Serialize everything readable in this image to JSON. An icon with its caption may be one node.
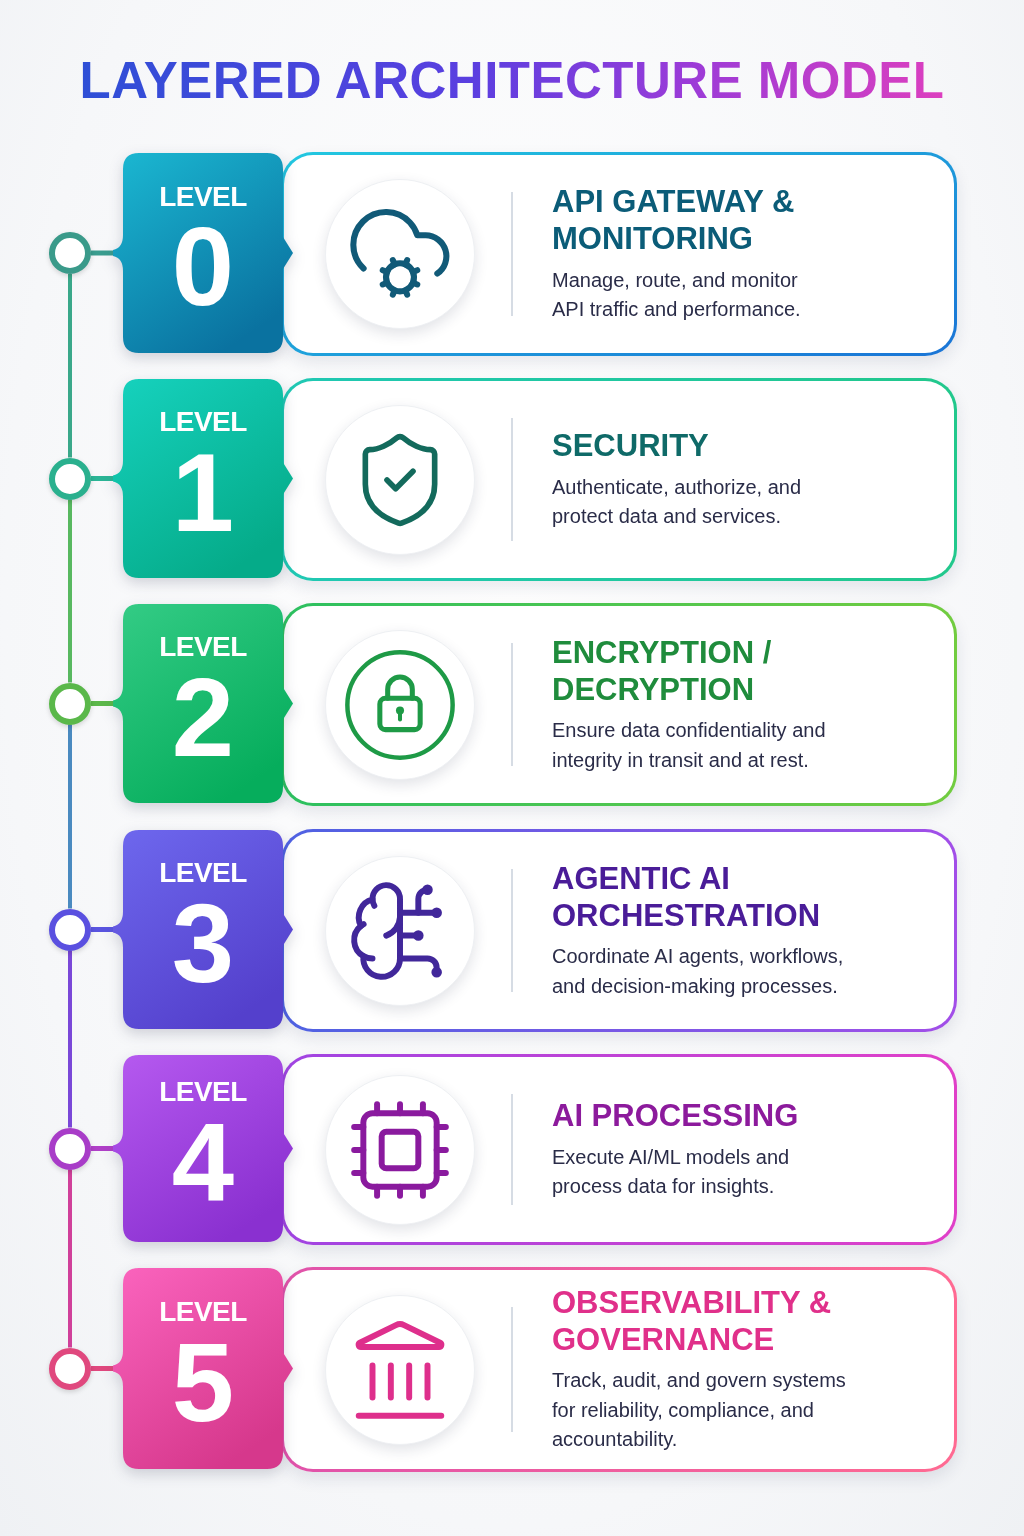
{
  "diagram": {
    "title": "LAYERED ARCHITECTURE MODEL",
    "nodes": [
      {
        "text": [],
        "shape": "circle"
      },
      {
        "text": [
          "LEVEL",
          "0"
        ]
      },
      {
        "text": [
          "API GATEWAY & MONITORING",
          "Manage, route, and monitor API traffic and performance."
        ]
      },
      {
        "text": [],
        "shape": "circle"
      },
      {
        "text": [
          "LEVEL",
          "1"
        ]
      },
      {
        "text": [
          "SECURITY",
          "Authenticate, authorize, and protect data and services."
        ]
      },
      {
        "text": [],
        "shape": "circle"
      },
      {
        "text": [
          "LEVEL",
          "2"
        ]
      },
      {
        "text": [
          "ENCRYPTION / DECRYPTION",
          "Ensure data confidentiality and integrity in transit and at rest."
        ]
      },
      {
        "text": [],
        "shape": "circle"
      },
      {
        "text": [
          "LEVEL",
          "3"
        ]
      },
      {
        "text": [
          "AGENTIC AI ORCHESTRATION",
          "Coordinate AI agents, workflows, and decision-making processes."
        ]
      },
      {
        "text": [],
        "shape": "circle"
      },
      {
        "text": [
          "LEVEL",
          "4"
        ]
      },
      {
        "text": [
          "AI PROCESSING",
          "Execute AI/ML models and process data for insights."
        ]
      },
      {
        "text": [],
        "shape": "circle"
      },
      {
        "text": [
          "LEVEL",
          "5"
        ]
      },
      {
        "text": [
          "OBSERVABILITY & GOVERNANCE",
          "Track, audit, and govern systems for reliability, compliance, and accountability."
        ]
      }
    ],
    "edges": [
      {
        "from": 0,
        "to": 1,
        "arrow": "none",
        "color": "#3a9d8f"
      },
      {
        "from": 0,
        "to": 3,
        "arrow": "none",
        "color": "#3aa88a"
      },
      {
        "from": 3,
        "to": 4,
        "arrow": "none",
        "color": "#2bb596"
      },
      {
        "from": 3,
        "to": 6,
        "arrow": "none",
        "color": "#58b860"
      },
      {
        "from": 6,
        "to": 7,
        "arrow": "none",
        "color": "#5cb84a"
      },
      {
        "from": 6,
        "to": 9,
        "arrow": "none",
        "color": "#4a8ac0"
      },
      {
        "from": 9,
        "to": 10,
        "arrow": "none",
        "color": "#5a55e0"
      },
      {
        "from": 9,
        "to": 12,
        "arrow": "none",
        "color": "#7a48d8"
      },
      {
        "from": 12,
        "to": 13,
        "arrow": "none",
        "color": "#b040c8"
      },
      {
        "from": 12,
        "to": 15,
        "arrow": "none",
        "color": "#d0409a"
      },
      {
        "from": 15,
        "to": 16,
        "arrow": "none",
        "color": "#e0487e"
      }
    ]
  }
}
